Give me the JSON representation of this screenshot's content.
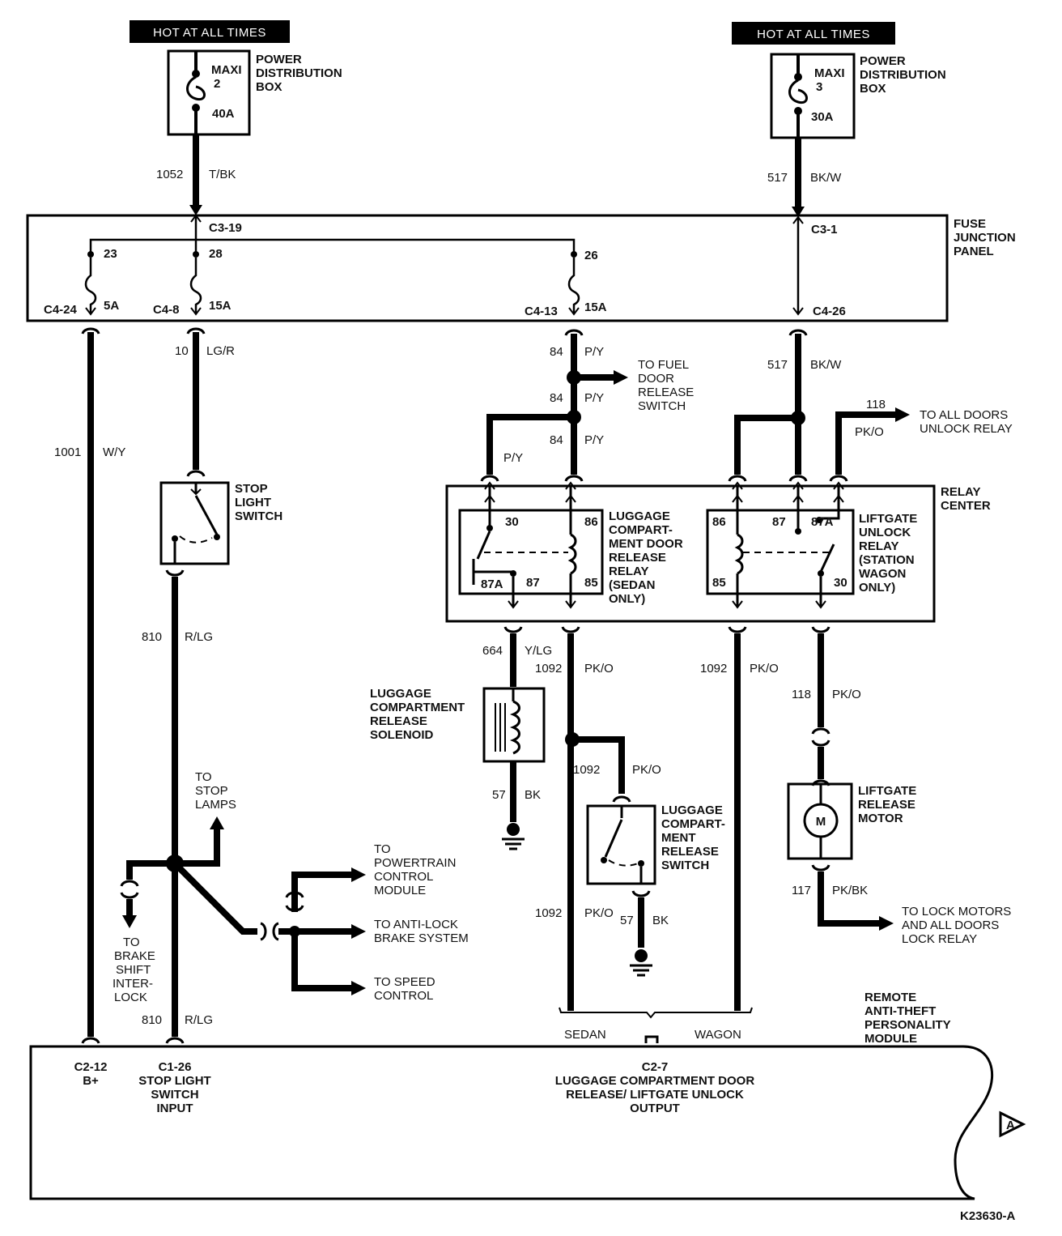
{
  "hot_labels": [
    "HOT AT ALL TIMES",
    "HOT AT ALL TIMES"
  ],
  "pdb_left": {
    "fuse_type": "MAXI",
    "fuse_number": "2",
    "fuse_rating": "40A",
    "label": [
      "POWER",
      "DISTRIBUTION",
      "BOX"
    ]
  },
  "pdb_right": {
    "fuse_type": "MAXI",
    "fuse_number": "3",
    "fuse_rating": "30A",
    "label": [
      "POWER",
      "DISTRIBUTION",
      "BOX"
    ]
  },
  "fuse_junction_panel": {
    "label": [
      "FUSE",
      "JUNCTION",
      "PANEL"
    ],
    "connectors": {
      "c3_19": "C3-19",
      "c3_1": "C3-1",
      "c4_24": "C4-24",
      "c4_8": "C4-8",
      "c4_13": "C4-13",
      "c4_26": "C4-26"
    },
    "fuses": [
      {
        "number": "23",
        "rating": "5A"
      },
      {
        "number": "28",
        "rating": "15A"
      },
      {
        "number": "26",
        "rating": "15A"
      }
    ]
  },
  "wires": {
    "w1052": {
      "circuit": "1052",
      "color": "T/BK"
    },
    "w517a": {
      "circuit": "517",
      "color": "BK/W"
    },
    "w517b": {
      "circuit": "517",
      "color": "BK/W"
    },
    "w10": {
      "circuit": "10",
      "color": "LG/R"
    },
    "w84a": {
      "circuit": "84",
      "color": "P/Y"
    },
    "w84b": {
      "circuit": "84",
      "color": "P/Y"
    },
    "w84c": {
      "circuit": "84",
      "color": "P/Y"
    },
    "wpy": {
      "color": "P/Y"
    },
    "w1001": {
      "circuit": "1001",
      "color": "W/Y"
    },
    "w118a": {
      "circuit": "118",
      "color": "PK/O"
    },
    "w118b": {
      "circuit": "118",
      "color": "PK/O"
    },
    "w810a": {
      "circuit": "810",
      "color": "R/LG"
    },
    "w810b": {
      "circuit": "810",
      "color": "R/LG"
    },
    "w664": {
      "circuit": "664",
      "color": "Y/LG"
    },
    "w1092a": {
      "circuit": "1092",
      "color": "PK/O"
    },
    "w1092b": {
      "circuit": "1092",
      "color": "PK/O"
    },
    "w1092c": {
      "circuit": "1092",
      "color": "PK/O"
    },
    "w1092d": {
      "circuit": "1092",
      "color": "PK/O"
    },
    "w57a": {
      "circuit": "57",
      "color": "BK"
    },
    "w57b": {
      "circuit": "57",
      "color": "BK"
    },
    "w117": {
      "circuit": "117",
      "color": "PK/BK"
    }
  },
  "destinations": {
    "fuel_door": [
      "TO FUEL",
      "DOOR",
      "RELEASE",
      "SWITCH"
    ],
    "all_doors_unlock": [
      "TO ALL DOORS",
      "UNLOCK RELAY"
    ],
    "stop_lamps": [
      "TO",
      "STOP",
      "LAMPS"
    ],
    "brake_shift": [
      "TO",
      "BRAKE",
      "SHIFT",
      "INTER-",
      "LOCK"
    ],
    "pcm": [
      "TO",
      "POWERTRAIN",
      "CONTROL",
      "MODULE"
    ],
    "abs": [
      "TO ANTI-LOCK",
      "BRAKE SYSTEM"
    ],
    "speed_control": [
      "TO SPEED",
      "CONTROL"
    ],
    "lock_motors": [
      "TO LOCK MOTORS",
      "AND ALL DOORS",
      "LOCK RELAY"
    ]
  },
  "stop_light_switch": {
    "label": [
      "STOP",
      "LIGHT",
      "SWITCH"
    ]
  },
  "relay_center": {
    "label": [
      "RELAY",
      "CENTER"
    ],
    "luggage_relay": {
      "label": [
        "LUGGAGE",
        "COMPART-",
        "MENT DOOR",
        "RELEASE",
        "RELAY",
        "(SEDAN",
        "ONLY)"
      ],
      "pins": {
        "p30": "30",
        "p86": "86",
        "p87a": "87A",
        "p87": "87",
        "p85": "85"
      }
    },
    "liftgate_relay": {
      "label": [
        "LIFTGATE",
        "UNLOCK",
        "RELAY",
        "(STATION",
        "WAGON",
        "ONLY)"
      ],
      "pins": {
        "p86": "86",
        "p87": "87",
        "p87a": "87A",
        "p85": "85",
        "p30": "30"
      }
    }
  },
  "solenoid": {
    "label": [
      "LUGGAGE",
      "COMPARTMENT",
      "RELEASE",
      "SOLENOID"
    ]
  },
  "release_switch": {
    "label": [
      "LUGGAGE",
      "COMPART-",
      "MENT",
      "RELEASE",
      "SWITCH"
    ]
  },
  "liftgate_motor": {
    "label": [
      "LIFTGATE",
      "RELEASE",
      "MOTOR"
    ],
    "symbol": "M"
  },
  "variants": {
    "sedan": "SEDAN",
    "wagon": "WAGON"
  },
  "rap_module": {
    "label": [
      "REMOTE",
      "ANTI-THEFT",
      "PERSONALITY",
      "MODULE"
    ],
    "pins": {
      "c2_12": [
        "C2-12",
        "B+"
      ],
      "c1_26": [
        "C1-26",
        "STOP LIGHT",
        "SWITCH",
        "INPUT"
      ],
      "c2_7": [
        "C2-7",
        "LUGGAGE COMPARTMENT DOOR",
        "RELEASE/ LIFTGATE UNLOCK",
        "OUTPUT"
      ]
    }
  },
  "continuation_marker": "A",
  "figure_code": "K23630-A"
}
